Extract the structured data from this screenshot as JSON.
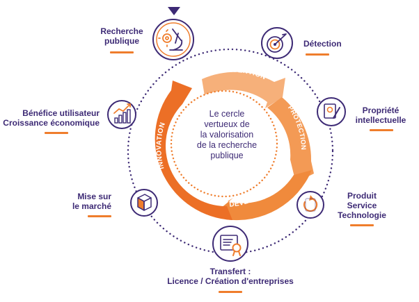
{
  "center": {
    "lines": [
      "Le cercle",
      "vertueux de",
      "la valorisation",
      "de la recherche",
      "publique"
    ]
  },
  "cycle_labels": {
    "invention": "INVENTION",
    "protection": "PROTECTION",
    "developpement": "DÉVELOPPEMENT",
    "innovation": "INNOVATION"
  },
  "nodes": {
    "recherche": {
      "lines": [
        "Recherche",
        "publique"
      ],
      "icon": "microscope-gear-icon"
    },
    "detection": {
      "lines": [
        "Détection"
      ],
      "icon": "target-icon"
    },
    "propriete": {
      "lines": [
        "Propriété",
        "intellectuelle"
      ],
      "icon": "patent-pen-icon"
    },
    "produit": {
      "lines": [
        "Produit",
        "Service",
        "Technologie"
      ],
      "icon": "cycle-arrows-icon"
    },
    "transfert": {
      "lines": [
        "Transfert :",
        "Licence  /  Création d'entreprises"
      ],
      "icon": "certificate-icon"
    },
    "mise": {
      "lines": [
        "Mise sur",
        "le marché"
      ],
      "icon": "product-box-icon"
    },
    "benefice": {
      "lines": [
        "Bénéfice utilisateur",
        "Croissance économique"
      ],
      "icon": "growth-chart-icon"
    }
  },
  "colors": {
    "purple": "#3d2a75",
    "orange": "#ef7d2c",
    "orange_light": "#f6a86b",
    "orange_mid": "#f08a3c",
    "orange_dark": "#ec6f26"
  }
}
